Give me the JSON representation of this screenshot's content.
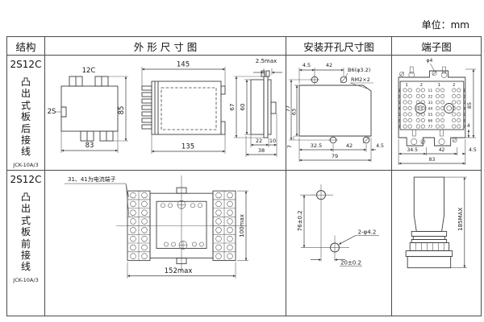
{
  "unit_label": "单位：mm",
  "headers": {
    "structure": "结构",
    "outline": "外 形 尺 寸 图",
    "mounting": "安装开孔尺寸图",
    "terminal": "端子图"
  },
  "rows": [
    {
      "structure": {
        "model": "2S12C",
        "mount_type": "凸出式板后接线",
        "code": "JCK-10A/3"
      },
      "outline": {
        "front": {
          "top_label": "12C",
          "left_label": "2S",
          "height": "85",
          "width": "83"
        },
        "side": {
          "length_total": "145",
          "length_body": "135"
        },
        "end": {
          "top": "2.5max",
          "outer_height": "67",
          "inner_height": "60",
          "d1": "22",
          "d2": "10",
          "d3": "38"
        }
      },
      "mounting": {
        "top_d1": "4.5",
        "top_d2": "42",
        "hole_label": "B6(φ3.2)",
        "thread_label": "RM2×2",
        "left_d1": "77",
        "left_d2": "63",
        "gap": "7",
        "bottom_d1": "32.5",
        "bottom_d2": "42",
        "bottom_d3": "4.5",
        "bottom_total": "79"
      },
      "terminal": {
        "screw_label": "φ4",
        "height": "85",
        "foot": "4",
        "bottom_d1": "34.5",
        "bottom_d2": "42",
        "bottom_d3": "4.5",
        "bottom_total": "83",
        "col_numbers": [
          "1",
          "2",
          "1",
          "2"
        ],
        "row_numbers": [
          "1",
          "2",
          "3",
          "4",
          "5",
          "6",
          "7"
        ],
        "mid_numbers": [
          "11",
          "22",
          "33",
          "44",
          "55",
          "66",
          "77"
        ]
      }
    },
    {
      "structure": {
        "model": "2S12C",
        "mount_type": "凸出式板前接线",
        "code": "JCK-10A/3"
      },
      "outline": {
        "note": "31、41为电流端子",
        "width": "152max",
        "height": "100max"
      },
      "mounting": {
        "vertical": "76±0.2",
        "horizontal": "20±0.2",
        "hole_label": "2-φ4.2"
      },
      "terminal": {
        "height": "185MAX"
      }
    }
  ]
}
